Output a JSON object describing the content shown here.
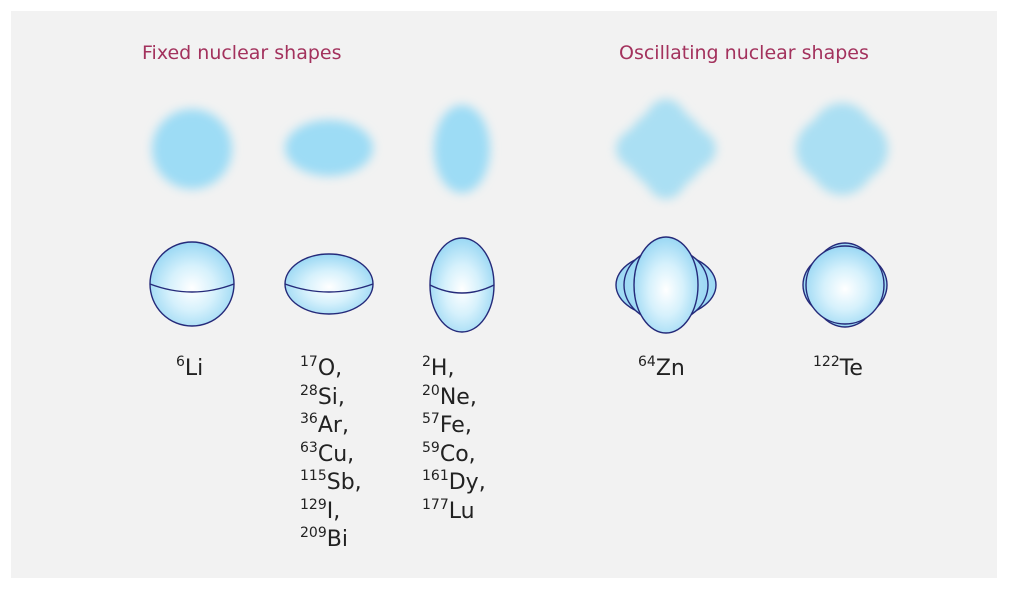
{
  "headings": {
    "fixed": "Fixed nuclear shapes",
    "oscillating": "Oscillating nuclear shapes"
  },
  "colors": {
    "heading": "#a3325d",
    "nucleus_fill": "#9ddcf5",
    "nucleus_outline": "#252a7a",
    "background": "#f2f2f2"
  },
  "columns": [
    {
      "shape": "sphere",
      "isotopes": [
        {
          "mass": "6",
          "symbol": "Li",
          "suffix": ""
        }
      ]
    },
    {
      "shape": "oblate",
      "isotopes": [
        {
          "mass": "17",
          "symbol": "O",
          "suffix": ","
        },
        {
          "mass": "28",
          "symbol": "Si",
          "suffix": ","
        },
        {
          "mass": "36",
          "symbol": "Ar",
          "suffix": ","
        },
        {
          "mass": "63",
          "symbol": "Cu",
          "suffix": ","
        },
        {
          "mass": "115",
          "symbol": "Sb",
          "suffix": ","
        },
        {
          "mass": "129",
          "symbol": "I",
          "suffix": ","
        },
        {
          "mass": "209",
          "symbol": "Bi",
          "suffix": ""
        }
      ]
    },
    {
      "shape": "prolate",
      "isotopes": [
        {
          "mass": "2",
          "symbol": "H",
          "suffix": ","
        },
        {
          "mass": "20",
          "symbol": "Ne",
          "suffix": ","
        },
        {
          "mass": "57",
          "symbol": "Fe",
          "suffix": ","
        },
        {
          "mass": "59",
          "symbol": "Co",
          "suffix": ","
        },
        {
          "mass": "161",
          "symbol": "Dy",
          "suffix": ","
        },
        {
          "mass": "177",
          "symbol": "Lu",
          "suffix": ""
        }
      ]
    },
    {
      "shape": "octupole-oscillation",
      "isotopes": [
        {
          "mass": "64",
          "symbol": "Zn",
          "suffix": ""
        }
      ]
    },
    {
      "shape": "hexadecapole-oscillation",
      "isotopes": [
        {
          "mass": "122",
          "symbol": "Te",
          "suffix": ""
        }
      ]
    }
  ]
}
